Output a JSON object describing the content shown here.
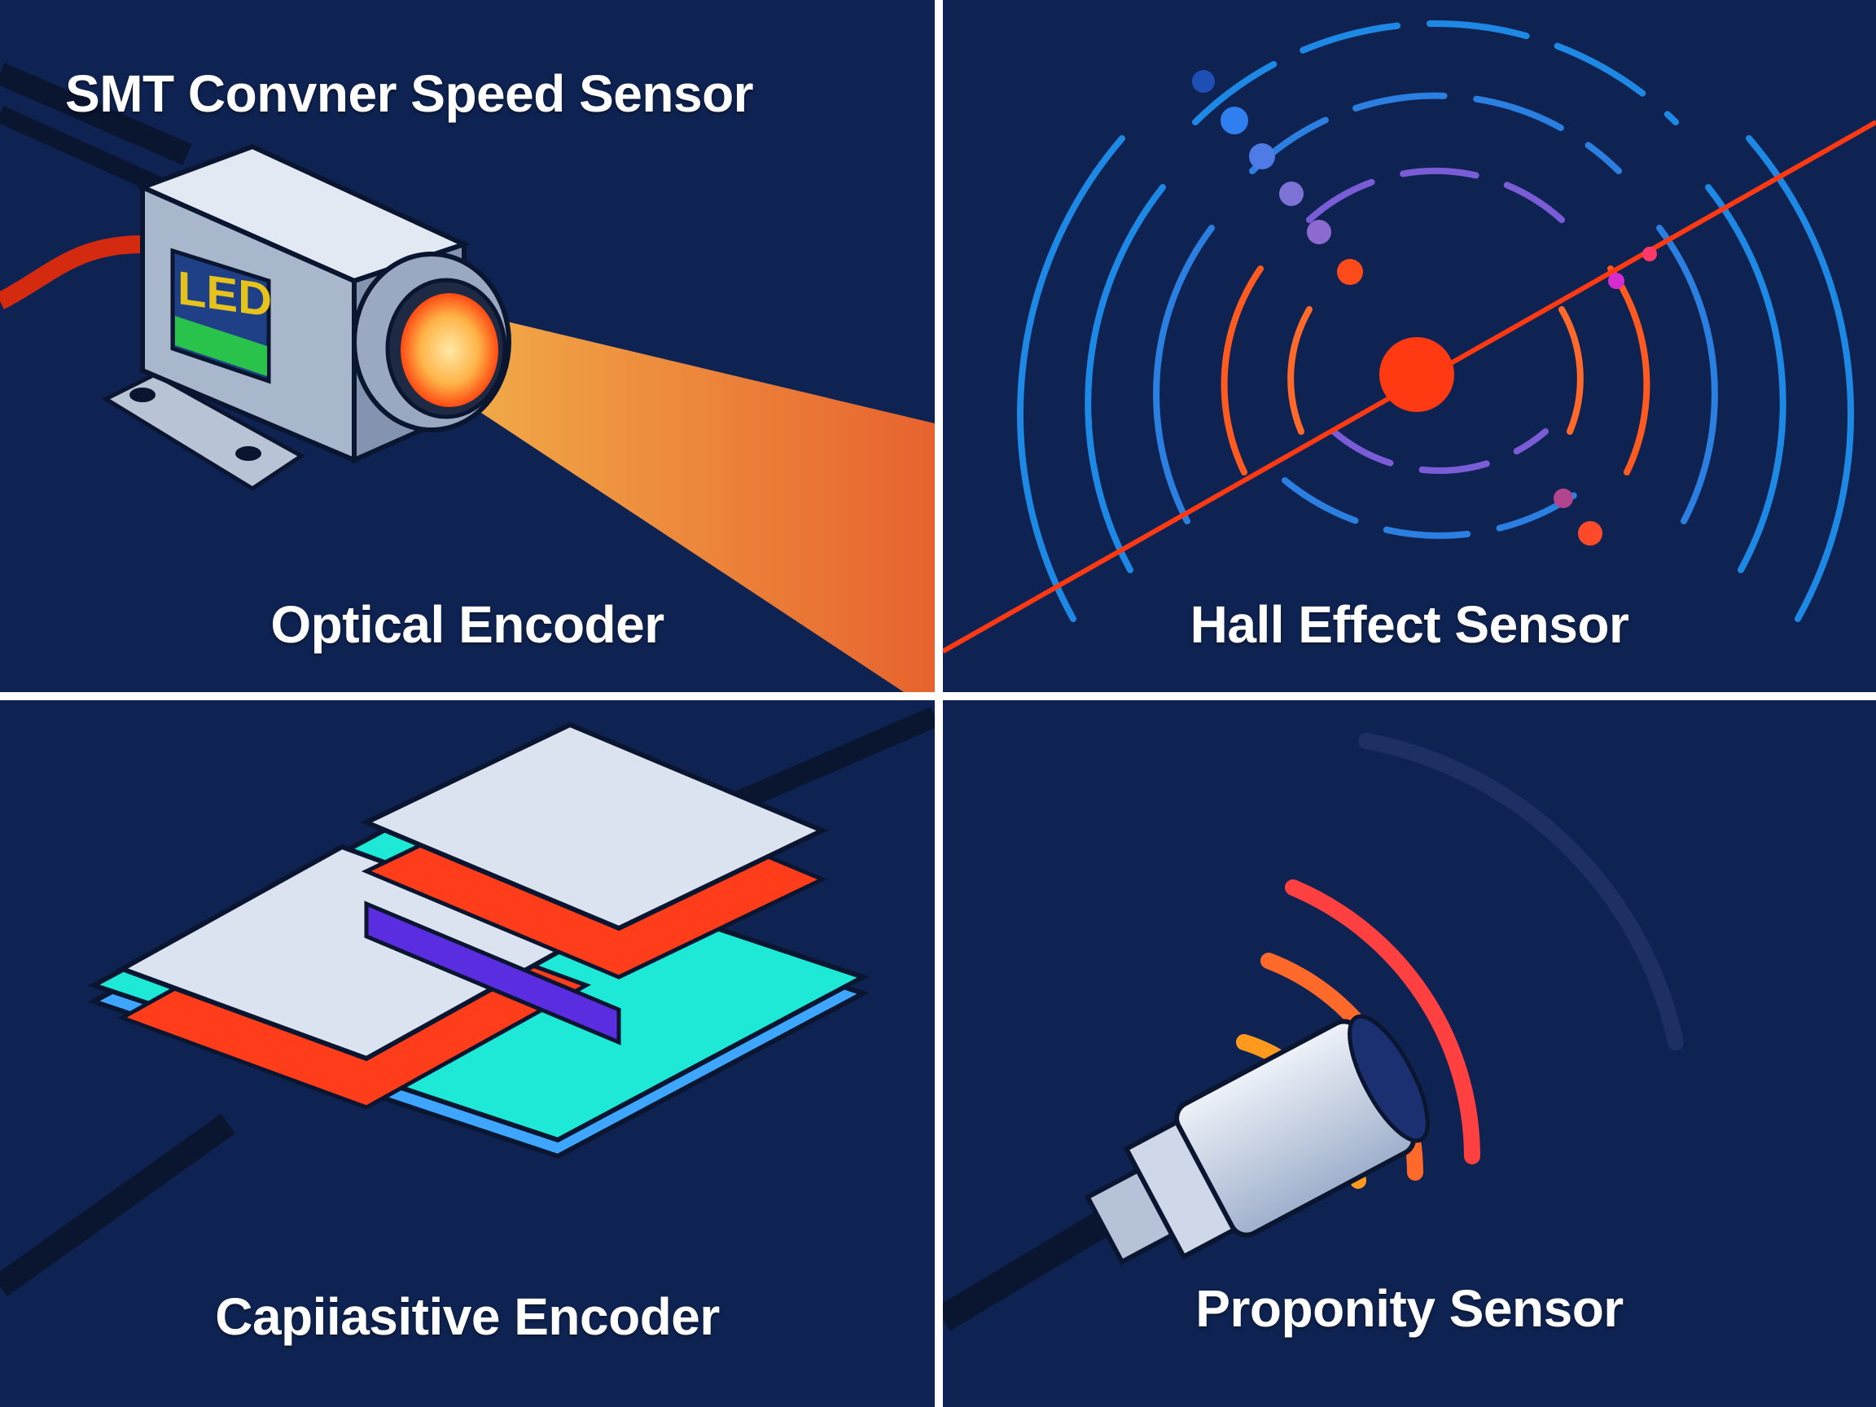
{
  "title": "SMT Convner Speed Sensor",
  "panels": [
    {
      "label": "Optical Encoder",
      "badge": "LED"
    },
    {
      "label": "Hall Effect Sensor"
    },
    {
      "label": "Capiiasitive Encoder"
    },
    {
      "label": "Proponity Sensor"
    }
  ],
  "colors": {
    "background": "#0f2352",
    "divider": "#ffffff",
    "beam": "#ff9a3c",
    "magnet_core": "#ff3a12",
    "field_outer": "#1e88e5",
    "field_inner": "#ff5a1f",
    "plate": "#dbe3f0",
    "plate_edge_cyan": "#1de9d6",
    "plate_edge_red": "#ff3d1a",
    "plate_gap": "#5a2de0",
    "wave_near": "#ff9a1f",
    "wave_far": "#ff3a3a"
  }
}
